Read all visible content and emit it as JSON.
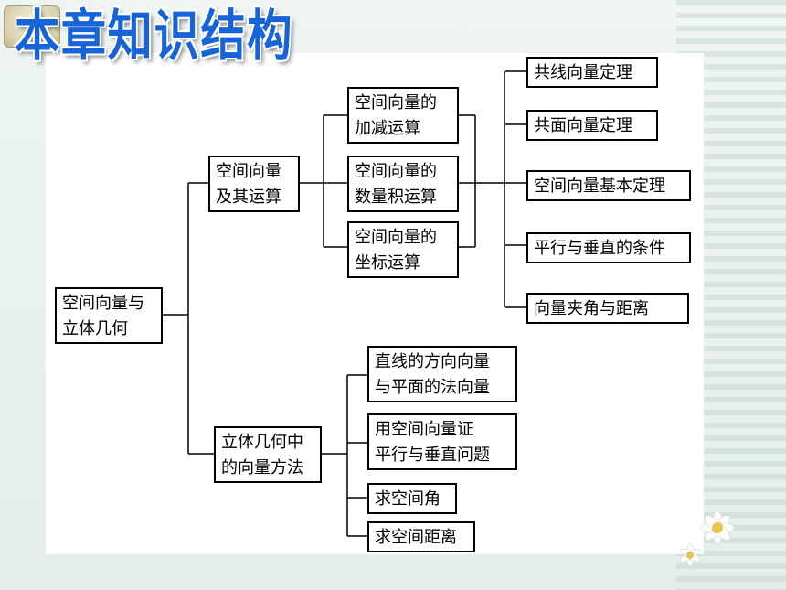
{
  "title": "本章知识结构",
  "root": {
    "label": [
      "空间向量与",
      "立体几何"
    ]
  },
  "branch1": {
    "label": [
      "空间向量",
      "及其运算"
    ],
    "ops": [
      [
        "空间向量的",
        "加减运算"
      ],
      [
        "空间向量的",
        "数量积运算"
      ],
      [
        "空间向量的",
        "坐标运算"
      ]
    ],
    "theorems": [
      "共线向量定理",
      "共面向量定理",
      "空间向量基本定理",
      "平行与垂直的条件",
      "向量夹角与距离"
    ]
  },
  "branch2": {
    "label": [
      "立体几何中",
      "的向量方法"
    ],
    "methods": [
      [
        "直线的方向向量",
        "与平面的法向量"
      ],
      [
        "用空间向量证",
        "平行与垂直问题"
      ],
      [
        "求空间角"
      ],
      [
        "求空间距离"
      ]
    ]
  },
  "colors": {
    "title": "#1664d8",
    "line": "#000000"
  }
}
